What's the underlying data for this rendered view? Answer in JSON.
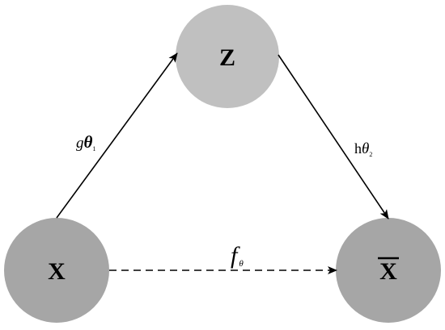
{
  "diagram": {
    "nodes": {
      "z": {
        "label": "Z",
        "fill": "#c0c0c0"
      },
      "x": {
        "label": "X",
        "fill": "#a6a6a6"
      },
      "x_bar": {
        "label": "X",
        "fill": "#a6a6a6",
        "overline": true
      }
    },
    "edges": {
      "encoder": {
        "label_base": "g",
        "label_symbol": "θ",
        "label_sub": "1",
        "style": "solid"
      },
      "decoder": {
        "label_base": "h",
        "label_symbol": "θ",
        "label_sub": "2",
        "style": "solid"
      },
      "mapping": {
        "label_base": "f",
        "label_symbol": "θ",
        "label_sub": "",
        "style": "dashed"
      }
    },
    "line_color": "#000000"
  }
}
